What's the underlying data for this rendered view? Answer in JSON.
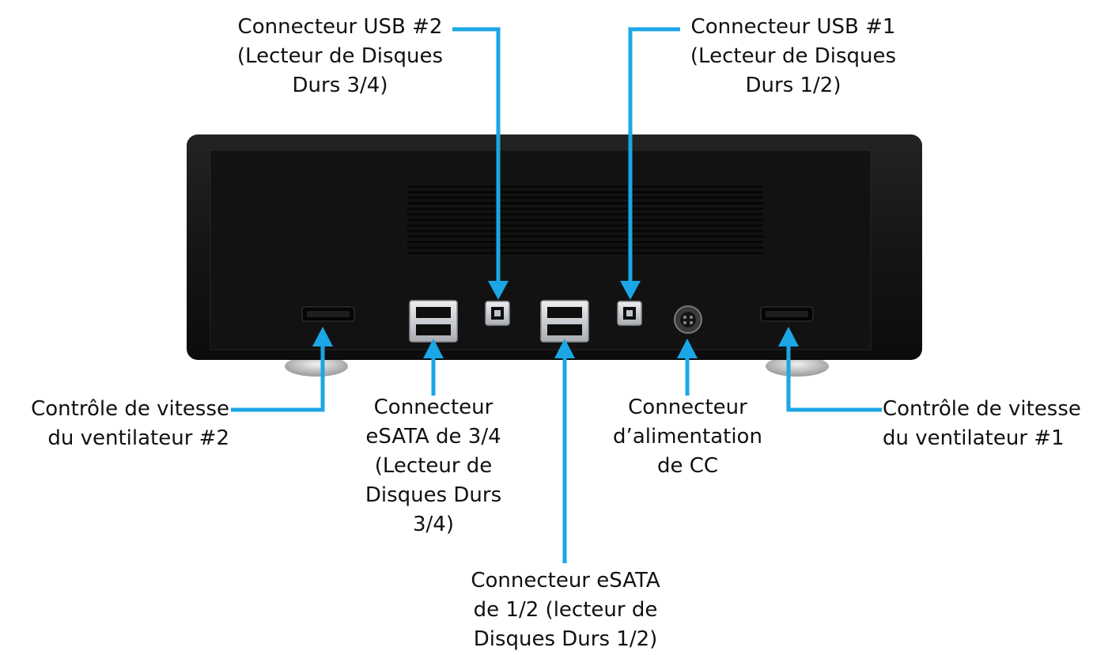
{
  "colors": {
    "leader": "#1ba6e6",
    "device_body": "#161616",
    "device_edge": "#2e2e2e",
    "vent": "#0b0b0b",
    "port_silver": "#cfd2d6",
    "port_dark": "#0e0e0e"
  },
  "labels": {
    "usb2": "Connecteur USB #2\n(Lecteur de Disques\nDurs 3/4)",
    "usb1": "Connecteur USB #1\n(Lecteur de Disques\nDurs 1/2)",
    "fan2": "Contrôle de  vitesse\ndu ventilateur #2",
    "esata34": "Connecteur\neSATA de 3/4\n(Lecteur de\nDisques Durs\n3/4)",
    "esata12": "Connecteur eSATA\nde 1/2 (lecteur de\nDisques Durs 1/2)",
    "power": "Connecteur\nd’alimentation\nde CC",
    "fan1": "Contrôle de  vitesse\ndu ventilateur #1"
  }
}
